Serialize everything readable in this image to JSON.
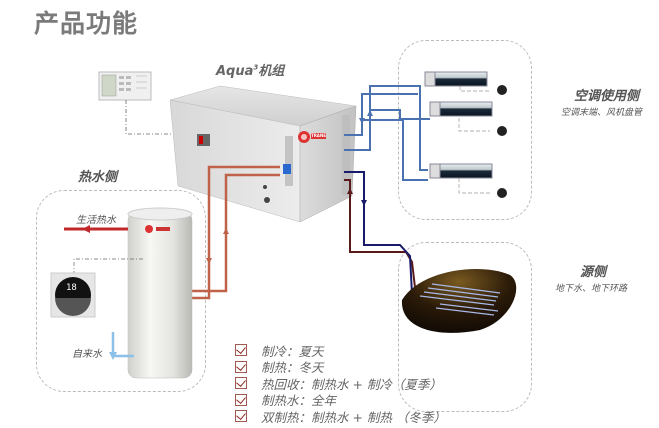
{
  "page": {
    "title": "产品功能"
  },
  "unit": {
    "name_prefix": "Aqua",
    "name_sup": "3",
    "name_suffix": "机组",
    "brand": "TRANE"
  },
  "ac_side": {
    "title": "空调使用侧",
    "subtitle": "空调末端、风机盘管"
  },
  "source_side": {
    "title": "源侧",
    "subtitle": "地下水、地下环路"
  },
  "hot_water_side": {
    "title": "热水侧",
    "hot_water_out": "生活热水",
    "tap_water_in": "自来水",
    "controller_display": "18"
  },
  "features": [
    {
      "label": "制冷：夏天",
      "checked": true
    },
    {
      "label": "制热：冬天",
      "checked": true
    },
    {
      "label": "热回收：制热水 + 制冷（夏季）",
      "checked": true
    },
    {
      "label": "制热水：全年",
      "checked": true
    },
    {
      "label": "双制热：制热水 + 制热 （冬季）",
      "checked": true
    }
  ],
  "colors": {
    "hot_pipe": "#c0614a",
    "hot_water_arrow": "#c0282a",
    "cold_pipe": "#4a72b0",
    "source_supply": "#1a1a6a",
    "source_return": "#5a1a1a",
    "tap_water": "#8cc0e8",
    "checkbox": "#8b2a20"
  }
}
